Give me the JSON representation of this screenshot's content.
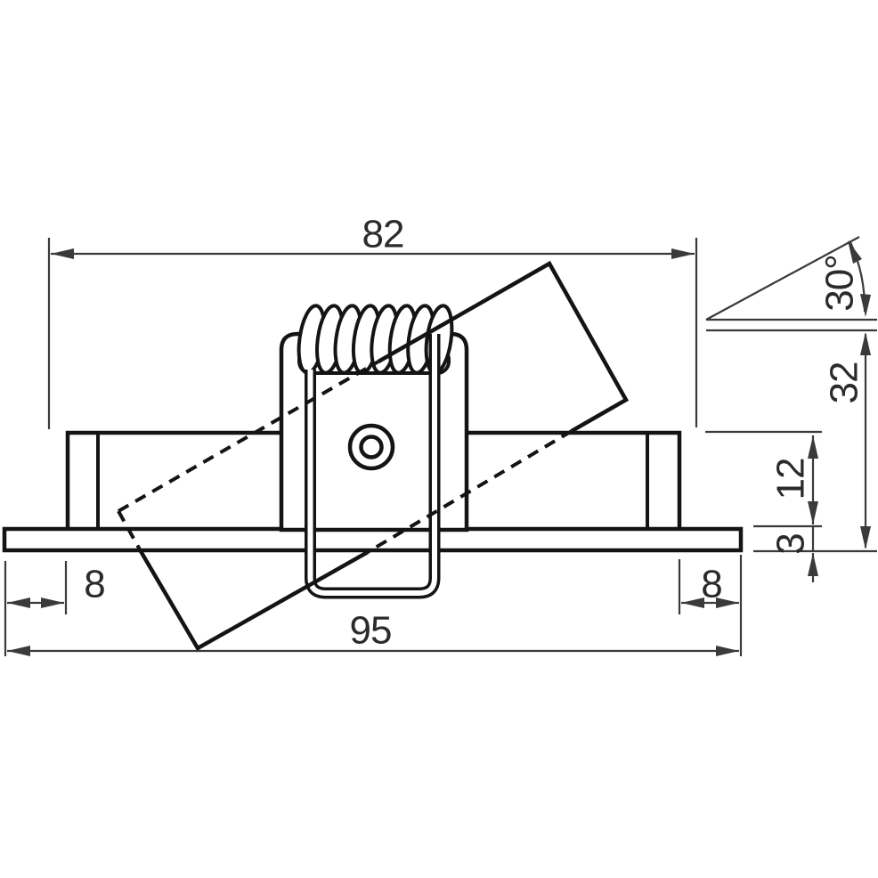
{
  "drawing": {
    "dimensions": {
      "top_width": {
        "label": "82"
      },
      "tilt_angle": {
        "label": "30°"
      },
      "overall_height": {
        "label": "32"
      },
      "recess_height": {
        "label": "12"
      },
      "flange_thickness": {
        "label": "3"
      },
      "edge_left": {
        "label": "8"
      },
      "edge_right": {
        "label": "8"
      },
      "bottom_width": {
        "label": "95"
      }
    },
    "colors": {
      "background": "#ffffff",
      "object_line": "#141414",
      "dimension_line": "#3a3a3a",
      "text": "#2b2b2b"
    }
  }
}
